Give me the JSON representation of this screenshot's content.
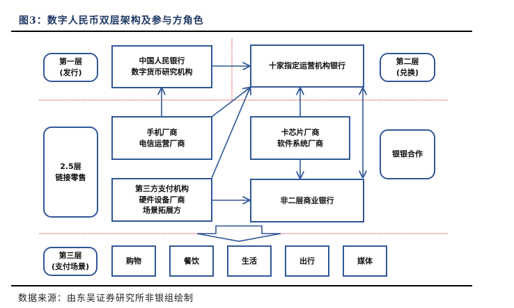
{
  "figure": {
    "title": "图3：数字人民币双层架构及参与方角色",
    "source": "数据来源：由东吴证券研究所非银组绘制"
  },
  "layers": {
    "layer1": {
      "line1": "第一层",
      "line2": "(发行)"
    },
    "layer2": {
      "line1": "第二层",
      "line2": "(兑换)"
    },
    "layer25": {
      "line1": "2.5层",
      "line2": "链接零售"
    },
    "layer3": {
      "line1": "第三层",
      "line2": "(支付场景)"
    },
    "bank_coop": "银银合作"
  },
  "nodes": {
    "pboc": {
      "line1": "中国人民银行",
      "line2": "数字货币研究机构"
    },
    "operators": "十家指定运营机构银行",
    "phone": {
      "line1": "手机厂商",
      "line2": "电信运营厂商"
    },
    "chip": {
      "line1": "卡芯片厂商",
      "line2": "软件系统厂商"
    },
    "thirdparty": {
      "line1": "第三方支付机构",
      "line2": "硬件设备厂商",
      "line3": "场景拓展方"
    },
    "nonbank": "非二层商业银行"
  },
  "scenes": [
    "购物",
    "餐饮",
    "生活",
    "出行",
    "媒体"
  ],
  "colors": {
    "line": "#2f5597",
    "divider": "#ff0000",
    "title": "#1f3864"
  }
}
